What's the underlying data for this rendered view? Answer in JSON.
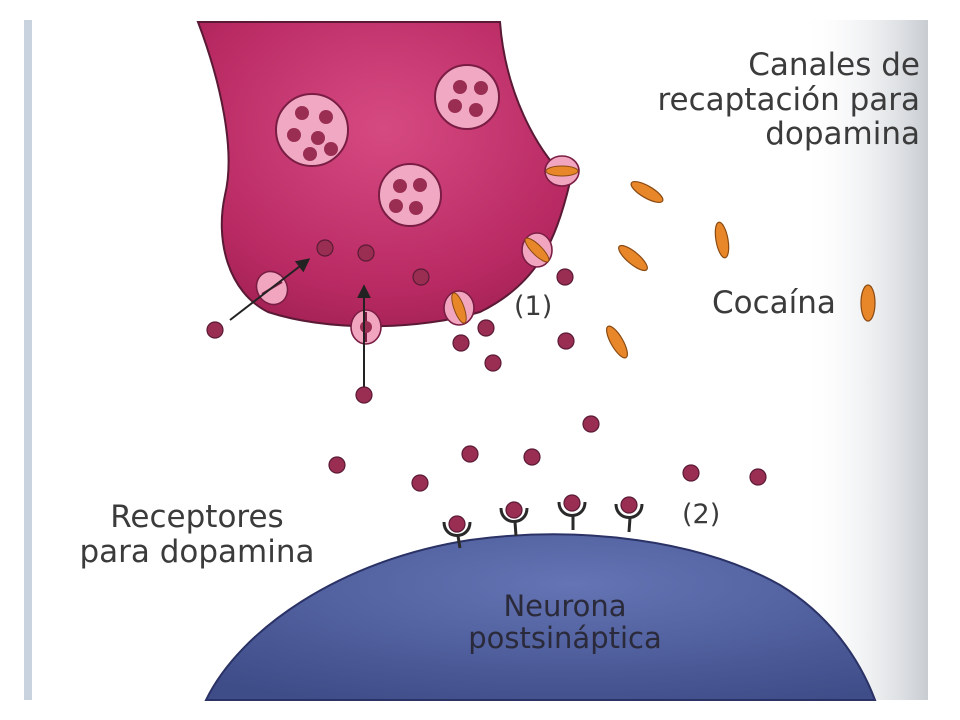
{
  "labels": {
    "channels": [
      "Canales de",
      "recaptación para",
      "dopamina"
    ],
    "cocaine": "Cocaína",
    "marker_one": "(1)",
    "marker_two": "(2)",
    "receptors": [
      "Receptores",
      "para dopamina"
    ],
    "neuron": [
      "Neurona",
      "postsináptica"
    ]
  },
  "colors": {
    "presynaptic": "#c0306a",
    "presynaptic_dark": "#8e1f4e",
    "vesicle": "#f1a9c3",
    "dopamine": "#9a2d52",
    "cocaine": "#e8862a",
    "channel": "#f2a5bf",
    "postsynaptic": "#4f5f9e",
    "receptor": "#2a2a2a",
    "scan_edge": "#b9c6d6"
  },
  "icons": [
    "vesicle-icon",
    "dopamine-molecule-icon",
    "cocaine-molecule-icon",
    "reuptake-channel-icon",
    "dopamine-receptor-icon",
    "arrow-icon"
  ]
}
